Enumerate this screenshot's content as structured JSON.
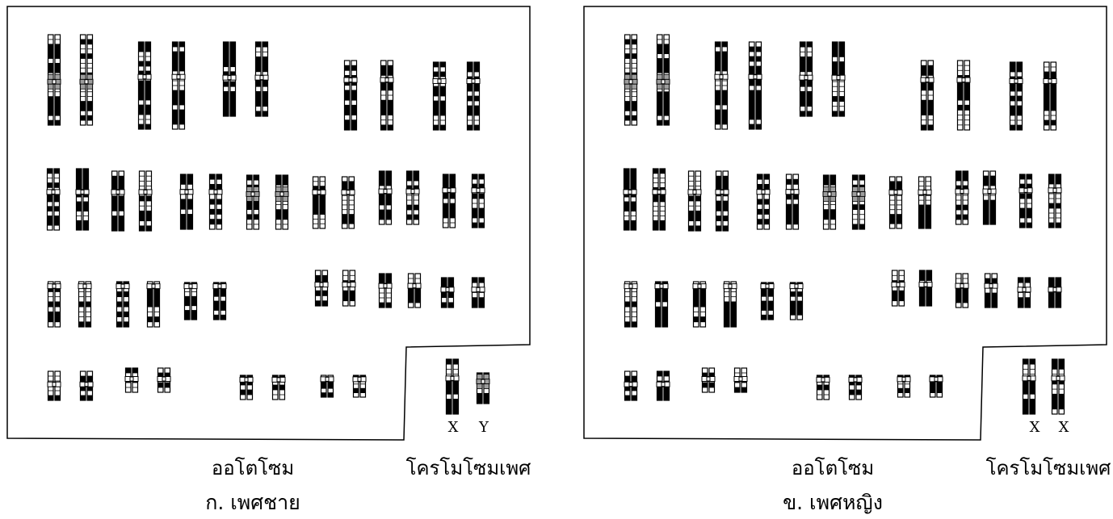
{
  "panels": [
    {
      "id": "male",
      "autosome_label": "ออโตโซม",
      "sex_label": "โครโมโซมเพศ",
      "caption": "ก. เพศชาย",
      "sex_chromosomes": [
        "X",
        "Y"
      ]
    },
    {
      "id": "female",
      "autosome_label": "ออโตโซม",
      "sex_label": "โครโมโซมเพศ",
      "caption": "ข. เพศหญิง",
      "sex_chromosomes": [
        "X",
        "X"
      ]
    }
  ],
  "colors": {
    "band_dark": "#000000",
    "band_light": "#ffffff",
    "centromere": "#9e9e9e",
    "outline": "#000000"
  }
}
